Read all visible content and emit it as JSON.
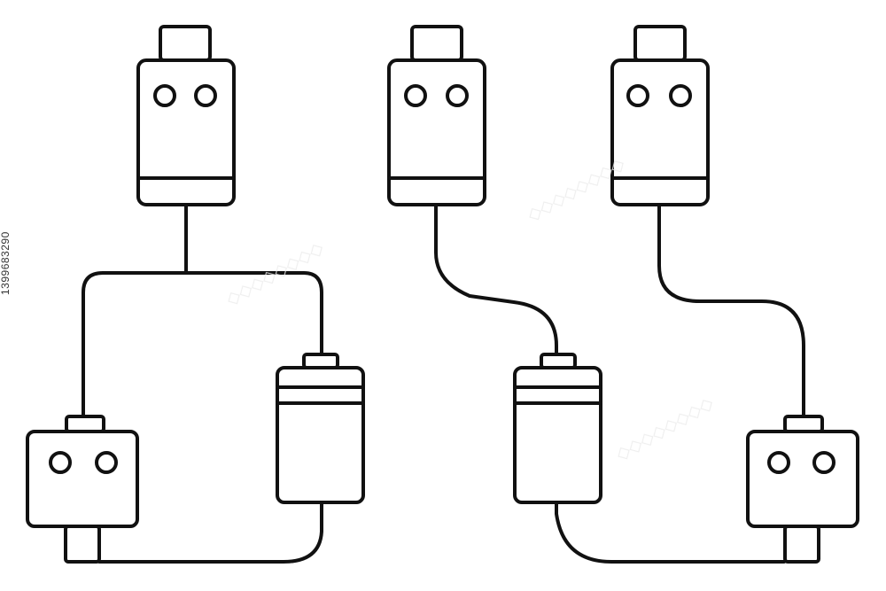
{
  "diagram": {
    "stroke_color": "#111111",
    "background": "#ffffff",
    "groups": [
      {
        "name": "left-group",
        "parts": [
          "usb-plug",
          "cable-split",
          "adapter-box",
          "battery-cell"
        ]
      },
      {
        "name": "middle-group",
        "parts": [
          "usb-plug",
          "cable",
          "battery-cell"
        ]
      },
      {
        "name": "right-group",
        "parts": [
          "usb-plug",
          "cable",
          "adapter-box"
        ]
      }
    ]
  },
  "watermark": {
    "stock_id": "1399683290",
    "icon": "adobe-stock-watermark"
  }
}
